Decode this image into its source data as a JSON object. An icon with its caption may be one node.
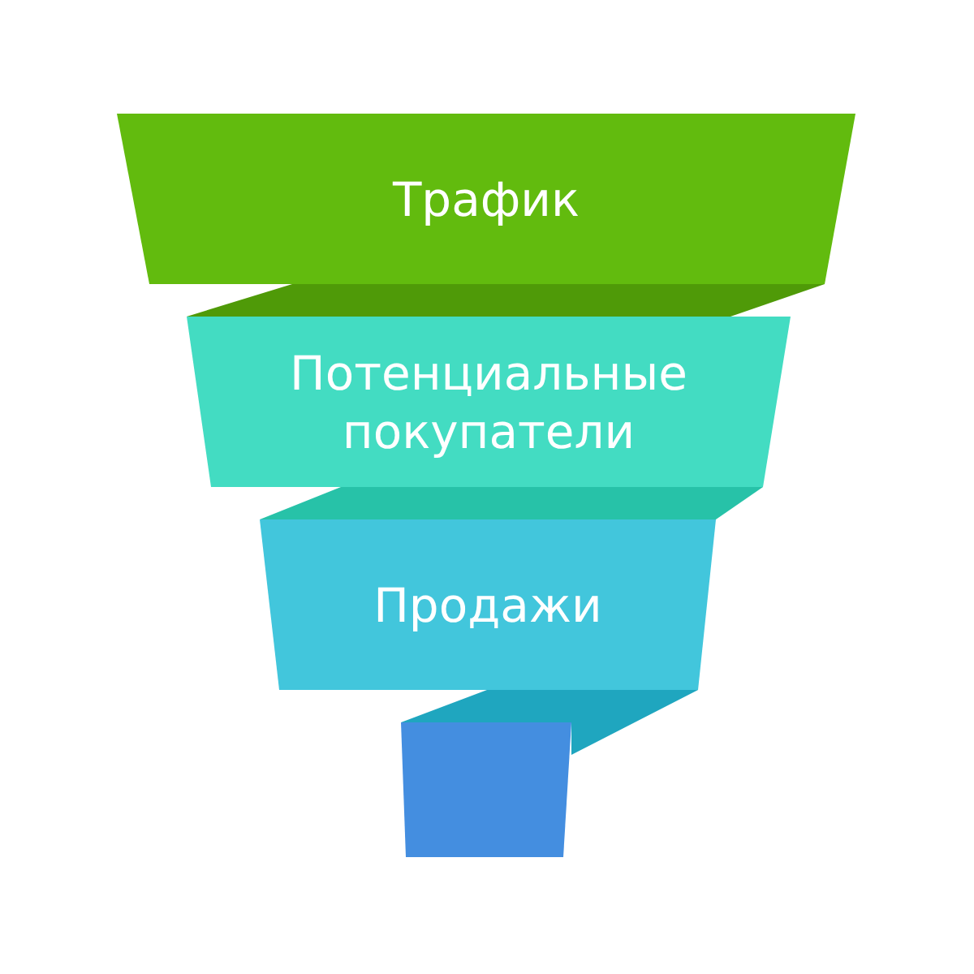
{
  "diagram": {
    "nodes": [
      {
        "text": [
          "Трафик"
        ]
      },
      {
        "text": [
          "Потенциальные покупатели"
        ]
      },
      {
        "text": [
          "Продажи"
        ]
      },
      {
        "text": [],
        "shape": "box"
      }
    ]
  }
}
